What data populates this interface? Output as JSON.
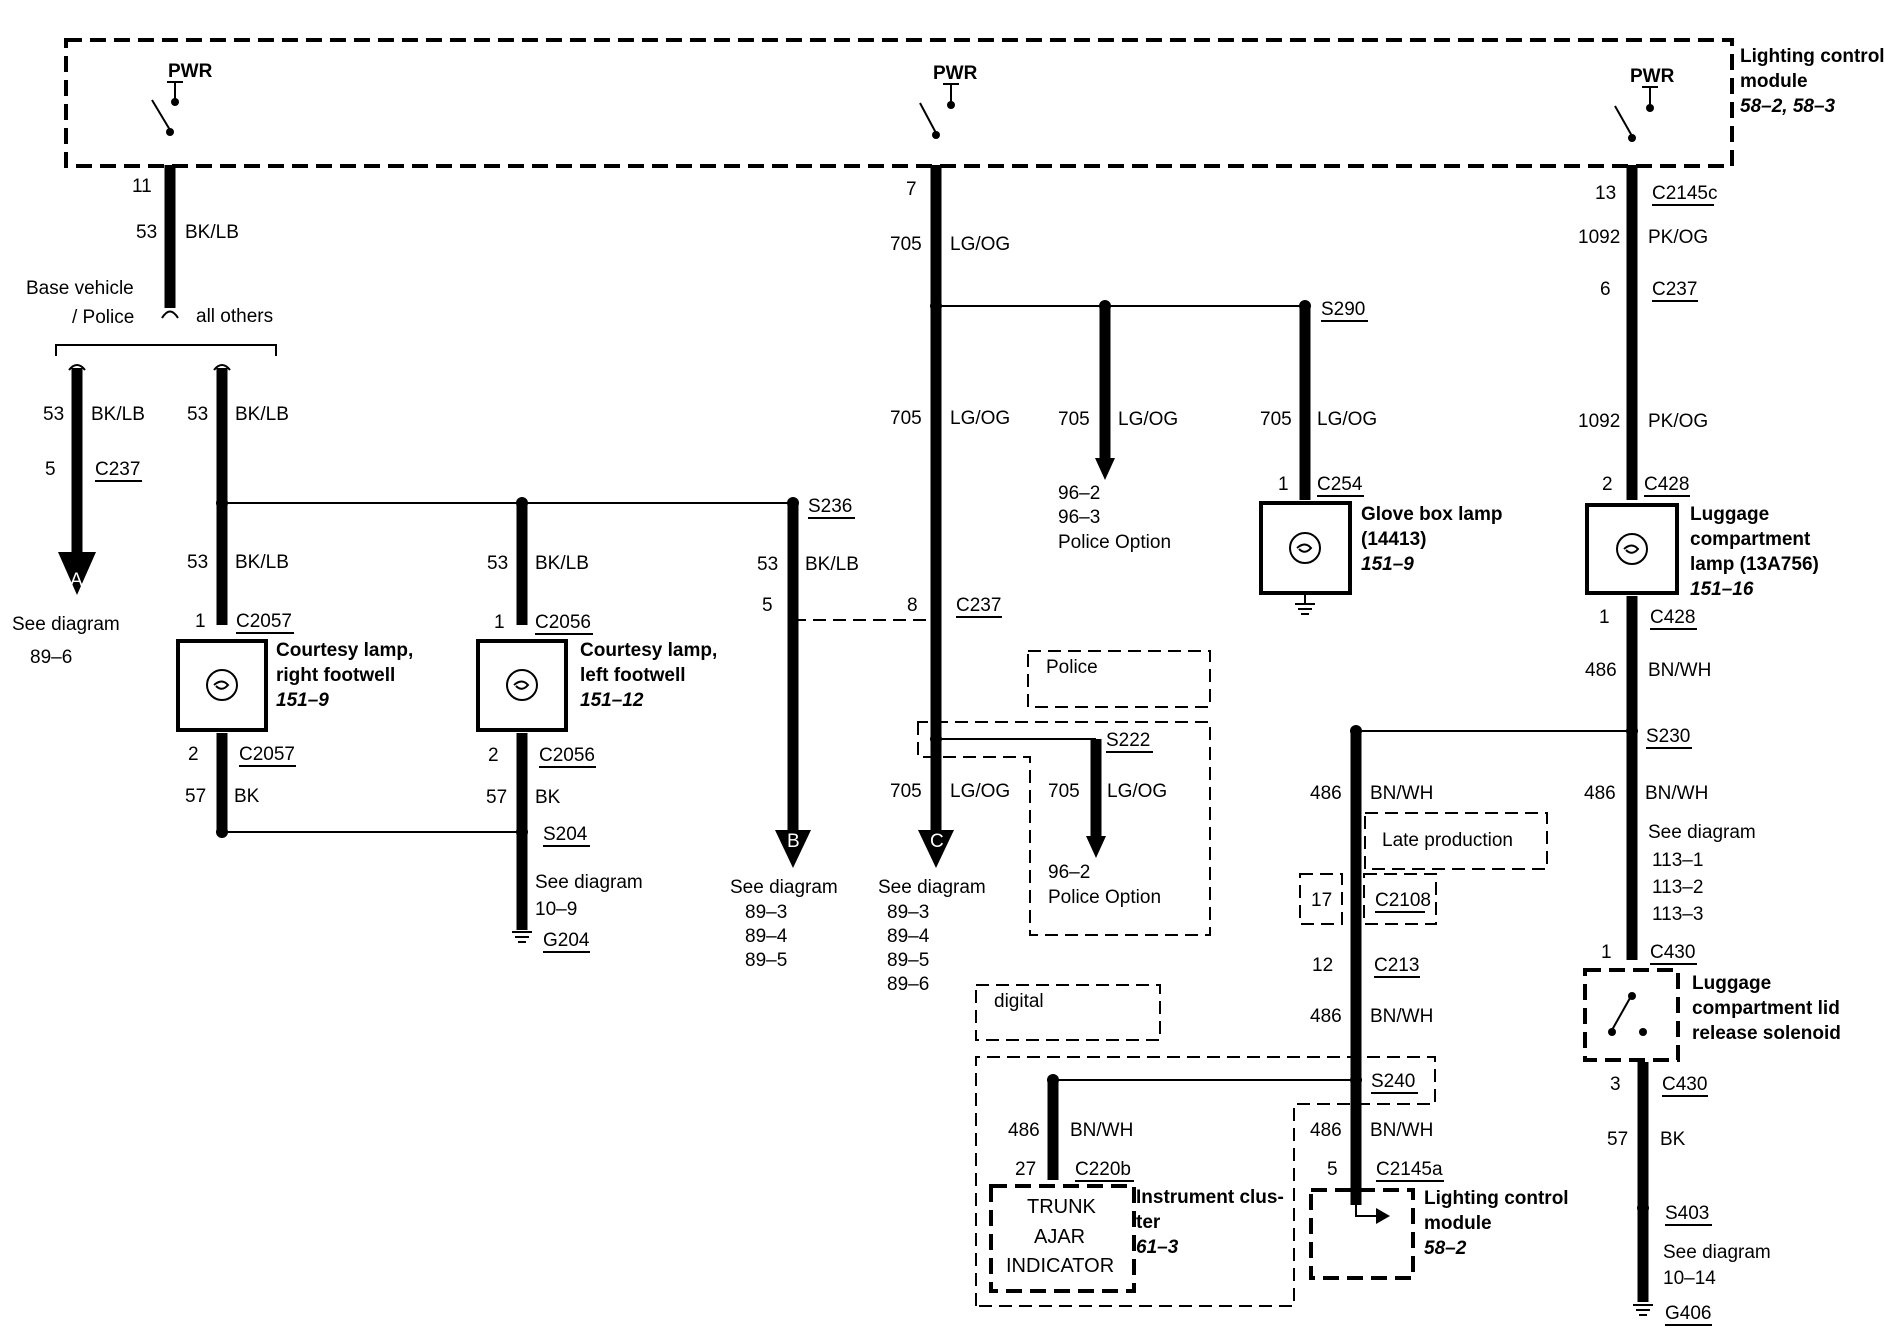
{
  "module_top": {
    "title": "Lighting control module",
    "ref": "58–2, 58–3"
  },
  "pwr_labels": [
    "PWR",
    "PWR",
    "PWR"
  ],
  "col1": {
    "pin_top": "11",
    "circuit": "53",
    "color": "BK/LB",
    "branch_left": "Base vehicle",
    "branch_left2": "/ Police",
    "branch_right": "all others",
    "left_circuit": "53",
    "left_color": "BK/LB",
    "left_pin": "5",
    "left_conn": "C237",
    "arrow_a": "A",
    "left_see": "See diagram",
    "left_see_ref": "89–6",
    "right_circuit": "53",
    "right_color": "BK/LB",
    "splice": "S236",
    "r1_circuit": "53",
    "r1_color": "BK/LB",
    "r1_pin_in": "1",
    "r1_conn_in": "C2057",
    "lamp1_l1": "Courtesy lamp,",
    "lamp1_l2": "right footwell",
    "lamp1_ref": "151–9",
    "r1_pin_out": "2",
    "r1_conn_out": "C2057",
    "r1_gcircuit": "57",
    "r1_gcolor": "BK",
    "r2_circuit": "53",
    "r2_color": "BK/LB",
    "r2_pin_in": "1",
    "r2_conn_in": "C2056",
    "lamp2_l1": "Courtesy lamp,",
    "lamp2_l2": "left footwell",
    "lamp2_ref": "151–12",
    "r2_pin_out": "2",
    "r2_conn_out": "C2056",
    "r2_gcircuit": "57",
    "r2_gcolor": "BK",
    "s204": "S204",
    "s204_see": "See diagram",
    "s204_ref": "10–9",
    "g204": "G204",
    "r3_circuit": "53",
    "r3_color": "BK/LB",
    "r3_pin": "5",
    "arrow_b": "B",
    "b_see": "See diagram",
    "b_refs": [
      "89–3",
      "89–4",
      "89–5"
    ]
  },
  "col2": {
    "pin_top": "7",
    "circuit": "705",
    "color": "LG/OG",
    "mid_circuit": "705",
    "mid_color": "LG/OG",
    "pin8": "8",
    "c237": "C237",
    "low_circuit": "705",
    "low_color": "LG/OG",
    "arrow_c": "C",
    "c_see": "See diagram",
    "c_refs": [
      "89–3",
      "89–4",
      "89–5",
      "89–6"
    ],
    "police_box": "Police",
    "s222": "S222",
    "s222_circuit": "705",
    "s222_color": "LG/OG",
    "s222_ref": "96–2",
    "s222_note": "Police Option",
    "tap_circuit": "705",
    "tap_color": "LG/OG",
    "tap_refs": [
      "96–2",
      "96–3"
    ],
    "tap_note": "Police Option",
    "s290": "S290",
    "s290_circuit": "705",
    "s290_color": "LG/OG",
    "glove_pin": "1",
    "glove_conn": "C254",
    "glove_l1": "Glove box lamp",
    "glove_l2": "(14413)",
    "glove_ref": "151–9"
  },
  "col3": {
    "pin_top": "13",
    "conn_top": "C2145c",
    "circuit": "1092",
    "color": "PK/OG",
    "pin6": "6",
    "c237": "C237",
    "mid_circuit": "1092",
    "mid_color": "PK/OG",
    "pin2": "2",
    "c428_in": "C428",
    "lug_l1": "Luggage",
    "lug_l2": "compartment",
    "lug_l3": "lamp (13A756)",
    "lug_ref": "151–16",
    "pin1": "1",
    "c428_out": "C428",
    "out_circuit": "486",
    "out_color": "BN/WH",
    "s230": "S230",
    "s230_circuit": "486",
    "s230_color": "BN/WH",
    "s230_see": "See diagram",
    "s230_refs": [
      "113–1",
      "113–2",
      "113–3"
    ],
    "c430_pin": "1",
    "c430": "C430",
    "sol_l1": "Luggage",
    "sol_l2": "compartment lid",
    "sol_l3": "release solenoid",
    "c430b_pin": "3",
    "c430b": "C430",
    "g_circuit": "57",
    "g_color": "BK",
    "s403": "S403",
    "s403_see": "See diagram",
    "s403_ref": "10–14",
    "g406": "G406"
  },
  "col4": {
    "circuit": "486",
    "color": "BN/WH",
    "late_box": "Late production",
    "pin17": "17",
    "c2108": "C2108",
    "pin12": "12",
    "c213": "C213",
    "mid_circuit": "486",
    "mid_color": "BN/WH",
    "digital_box": "digital",
    "s240": "S240",
    "ic_circuit": "486",
    "ic_color": "BN/WH",
    "ic_pin": "27",
    "ic_conn": "C220b",
    "ic_box_l1": "TRUNK",
    "ic_box_l2": "AJAR",
    "ic_box_l3": "INDICATOR",
    "ic_l1": "Instrument clus-",
    "ic_l2": "ter",
    "ic_ref": "61–3",
    "lcm_circuit": "486",
    "lcm_color": "BN/WH",
    "lcm_pin": "5",
    "lcm_conn": "C2145a",
    "lcm_l1": "Lighting control",
    "lcm_l2": "module",
    "lcm_ref": "58–2"
  }
}
